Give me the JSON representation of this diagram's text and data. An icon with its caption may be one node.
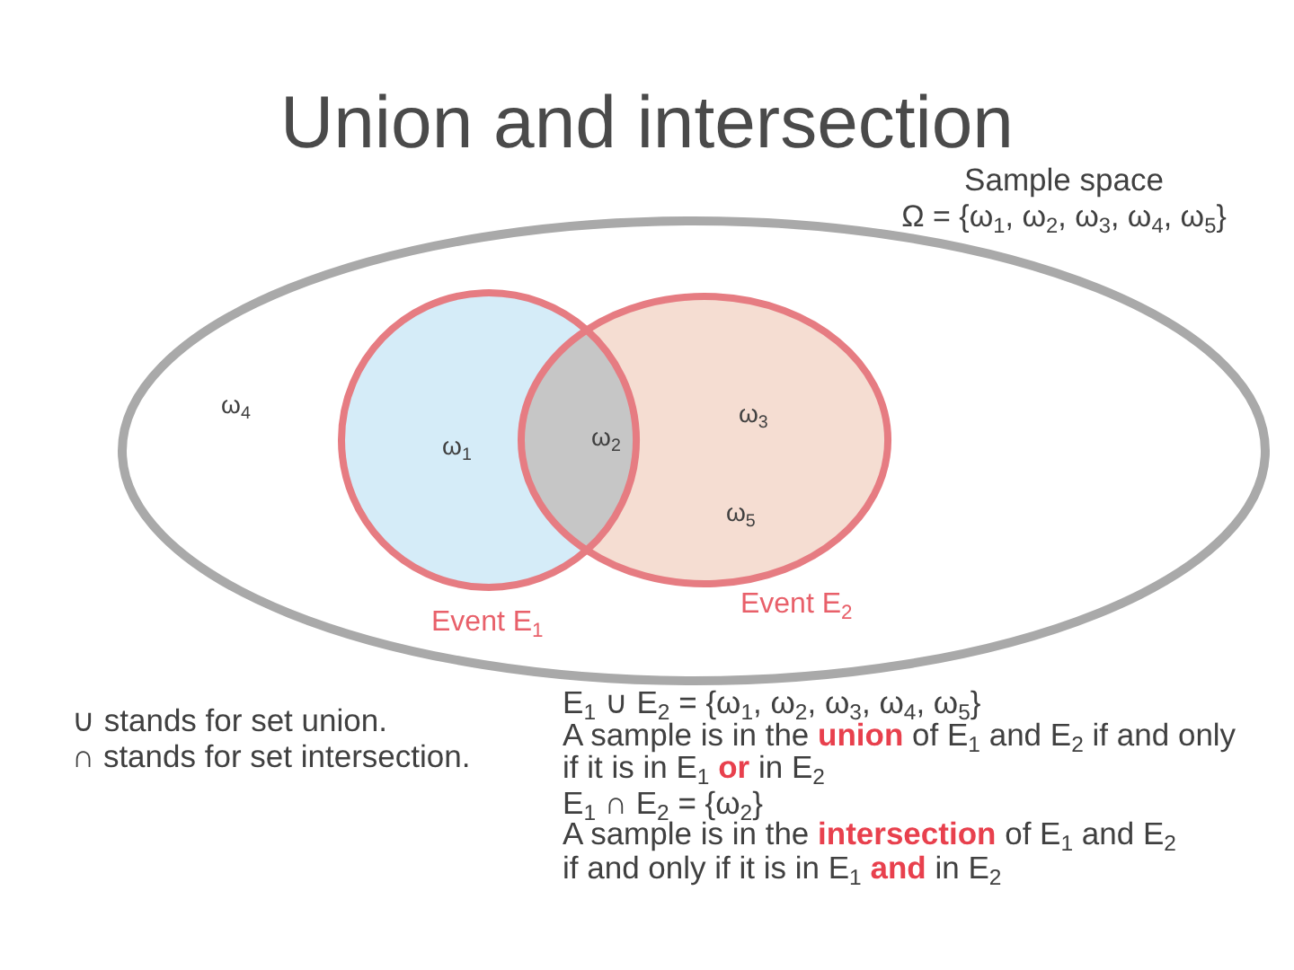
{
  "diagram": {
    "title": "Union and intersection",
    "nodes": [
      {
        "text": [
          "Sample space",
          "Ω = {ω$_{1}$, ω$_{2}$, ω$_{3}$, ω$_{4}$, ω$_{5}$}",
          "ω$_{4}$"
        ]
      },
      {
        "text": [
          "ω$_{1}$",
          "Event E$_{1}$"
        ],
        "in": 0
      },
      {
        "text": [
          "ω$_{3}$",
          "ω$_{5}$",
          "Event E$_{2}$"
        ],
        "in": 0
      }
    ],
    "labels": [
      "ω$_{2}$",
      "∪ stands for set union.",
      "∩ stands for set intersection.",
      "E$_{1}$ ∪ E$_{2}$ = {ω$_{1}$, ω$_{2}$, ω$_{3}$, ω$_{4}$, ω$_{5}$}",
      "A sample is in the **union** of E$_{1}$ and E$_{2}$ if and only if it is in E$_{1}$ **or** in E$_{2}$",
      "E$_{1}$ ∩ E$_{2}$ = {ω$_{2}$}",
      "A sample is in the **intersection** of E$_{1}$ and E$_{2}$ if and only if it is in E$_{1}$ **and** in E$_{2}$"
    ]
  }
}
